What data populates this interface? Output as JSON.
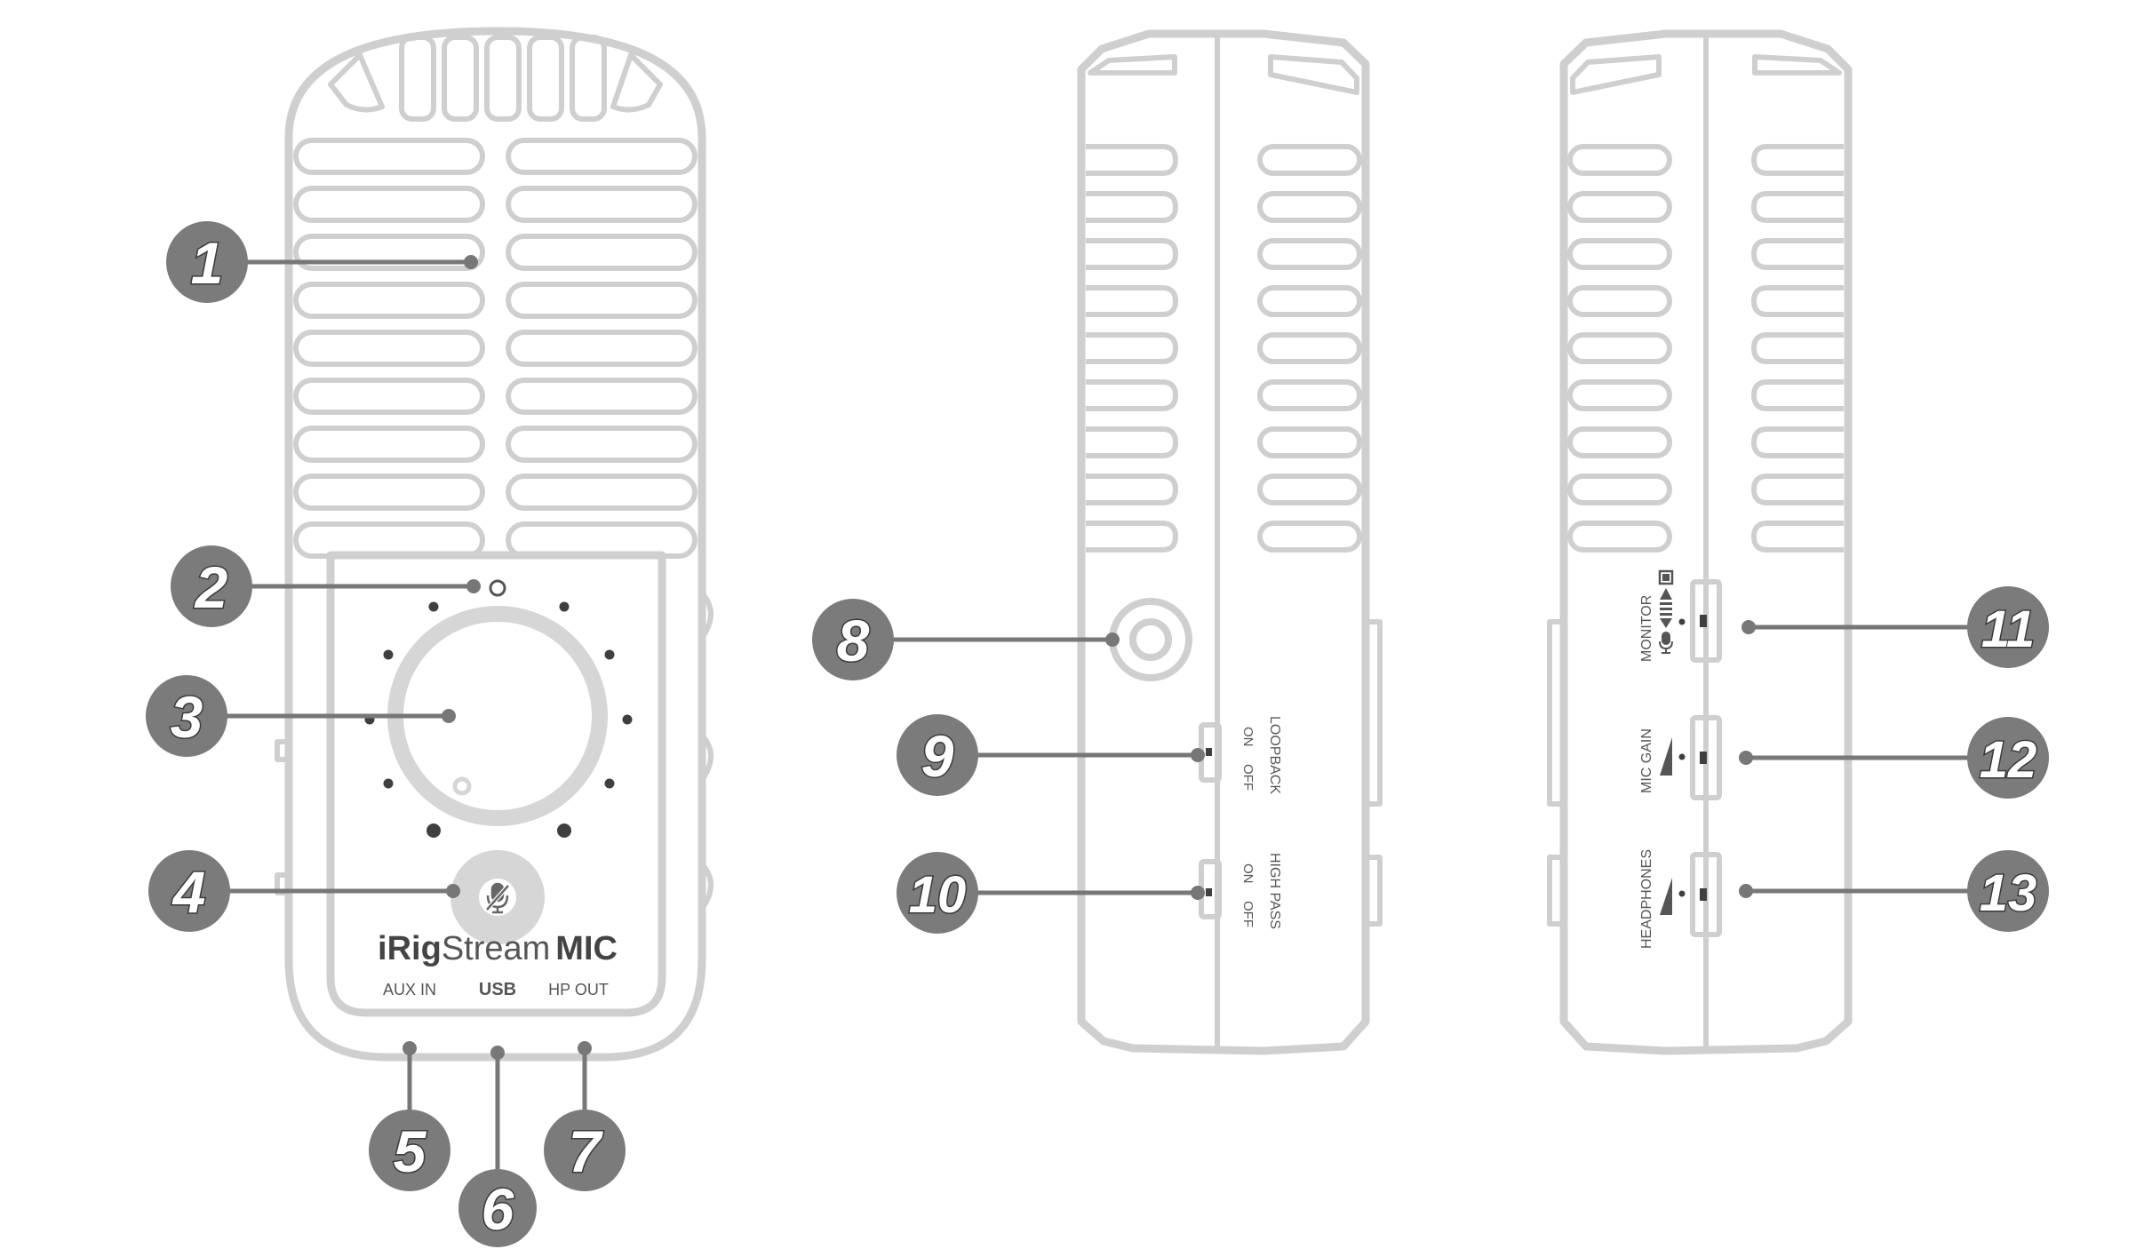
{
  "front": {
    "brand_irig": "iRig",
    "brand_stream": "Stream",
    "brand_mic": "MIC",
    "port_aux": "AUX IN",
    "port_usb": "USB",
    "port_hp": "HP OUT",
    "mute_icon": "mic-mute-icon"
  },
  "side_left": {
    "loopback_label": "LOOPBACK",
    "loopback_on": "ON",
    "loopback_off": "OFF",
    "highpass_label": "HIGH PASS",
    "highpass_on": "ON",
    "highpass_off": "OFF"
  },
  "side_right": {
    "monitor_label": "MONITOR",
    "micgain_label": "MIC GAIN",
    "headphones_label": "HEADPHONES",
    "monitor_icons": [
      "computer-icon",
      "balance-arrows-icon",
      "microphone-icon"
    ]
  },
  "callouts": [
    {
      "number": "1"
    },
    {
      "number": "2"
    },
    {
      "number": "3"
    },
    {
      "number": "4"
    },
    {
      "number": "5"
    },
    {
      "number": "6"
    },
    {
      "number": "7"
    },
    {
      "number": "8"
    },
    {
      "number": "9"
    },
    {
      "number": "10"
    },
    {
      "number": "11"
    },
    {
      "number": "12"
    },
    {
      "number": "13"
    }
  ],
  "colors": {
    "outline": "#cfcfcf",
    "badge": "#7b7b7b",
    "callout_line": "#777777",
    "text": "#555555"
  }
}
